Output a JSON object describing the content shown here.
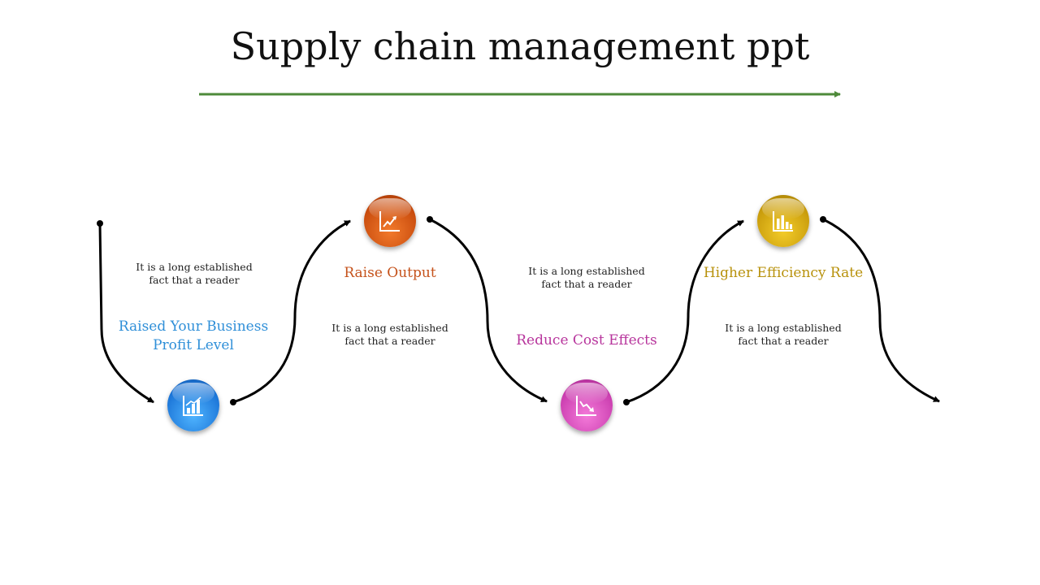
{
  "title": "Supply chain management ppt",
  "colors": {
    "title_arrow": "#4e8a3a",
    "step1": "#2f8fd8",
    "step2": "#c5521b",
    "step3": "#b7349c",
    "step4": "#b8920d"
  },
  "steps": [
    {
      "title": "Raised Your Business Profit Level",
      "desc": "It is a long established fact that a reader",
      "icon": "bar-chart-arrow-icon"
    },
    {
      "title": "Raise Output",
      "desc": "It is a long established fact that a reader",
      "icon": "line-chart-up-icon"
    },
    {
      "title": "Reduce Cost Effects",
      "desc": "It is a long established fact that a reader",
      "icon": "line-chart-down-icon"
    },
    {
      "title": "Higher Efficiency Rate",
      "desc": "It is a long established fact that a reader",
      "icon": "bar-chart-icon"
    }
  ]
}
